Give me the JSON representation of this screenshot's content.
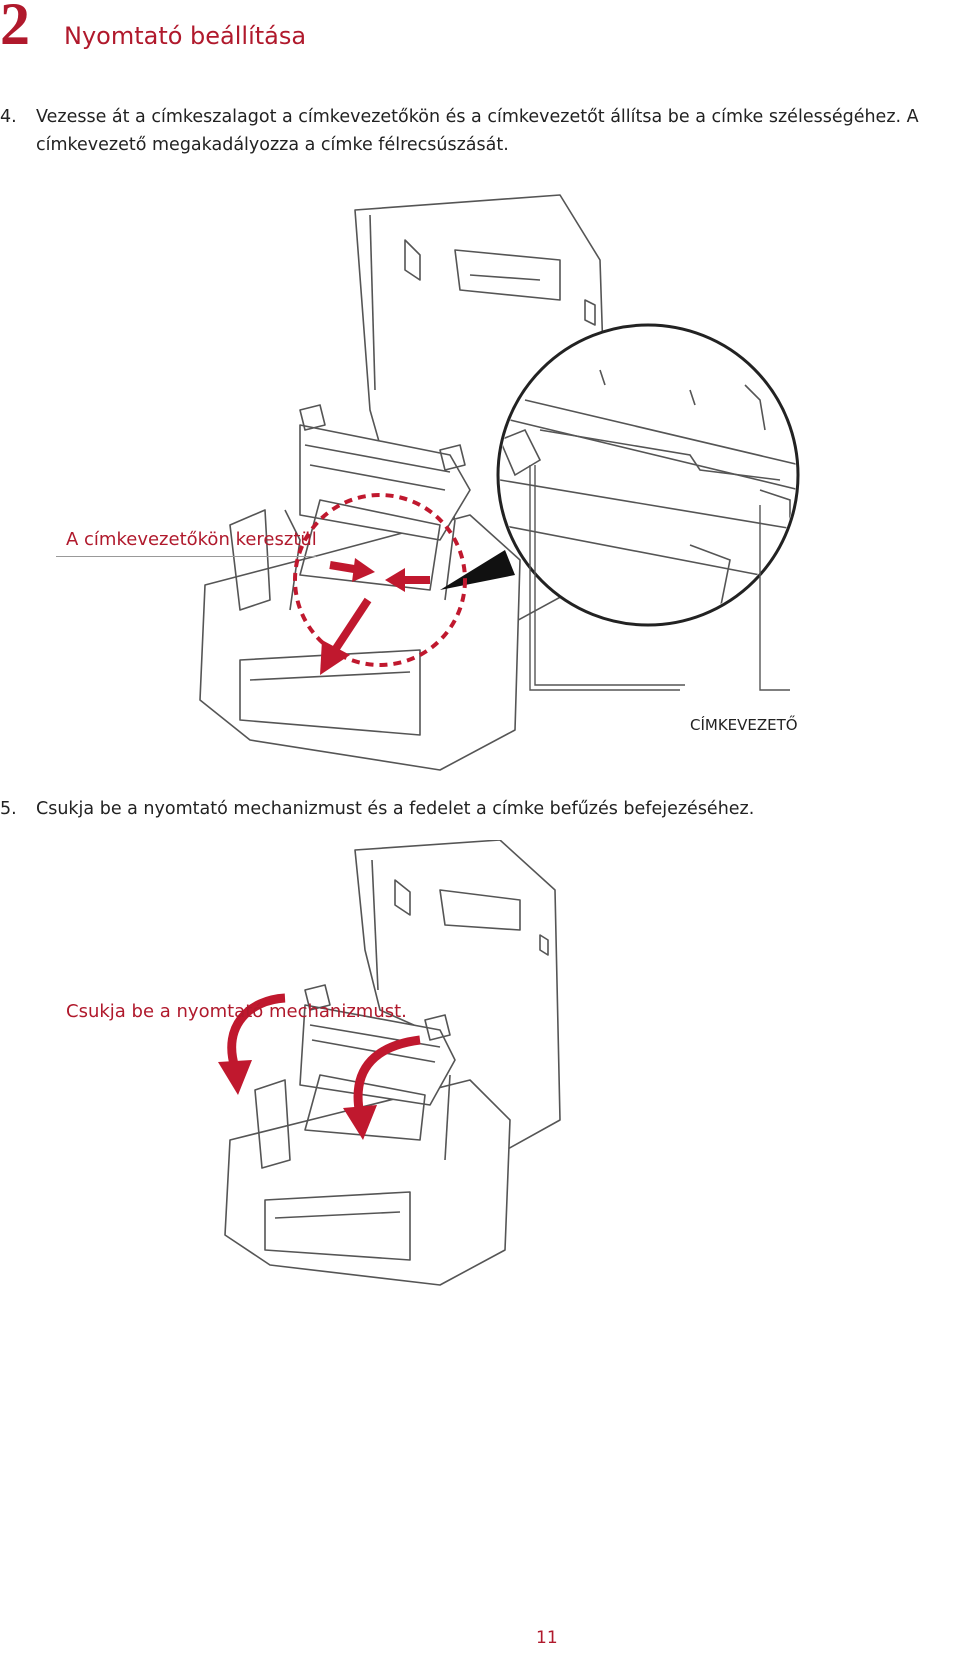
{
  "header": {
    "chapter_number": "2",
    "chapter_title": "Nyomtató beállítása"
  },
  "steps": [
    {
      "number": "4.",
      "text": "Vezesse át a címkeszalagot a címkevezetőkön és a címkevezetőt állítsa be a címke szélességéhez. A címkevezető megakadályozza a címke félrecsúszását."
    },
    {
      "number": "5.",
      "text": "Csukja be a nyomtató mechanizmust és a fedelet a címke befűzés befejezéséhez."
    }
  ],
  "figure1": {
    "callout": "A címkevezetőkön keresztül",
    "guide_label": "CÍMKEVEZETŐ"
  },
  "figure2": {
    "callout": "Csukja be a nyomtató mechanizmust."
  },
  "footer": {
    "page_number": "11"
  },
  "colors": {
    "accent": "#b0192c",
    "line": "#555555"
  }
}
